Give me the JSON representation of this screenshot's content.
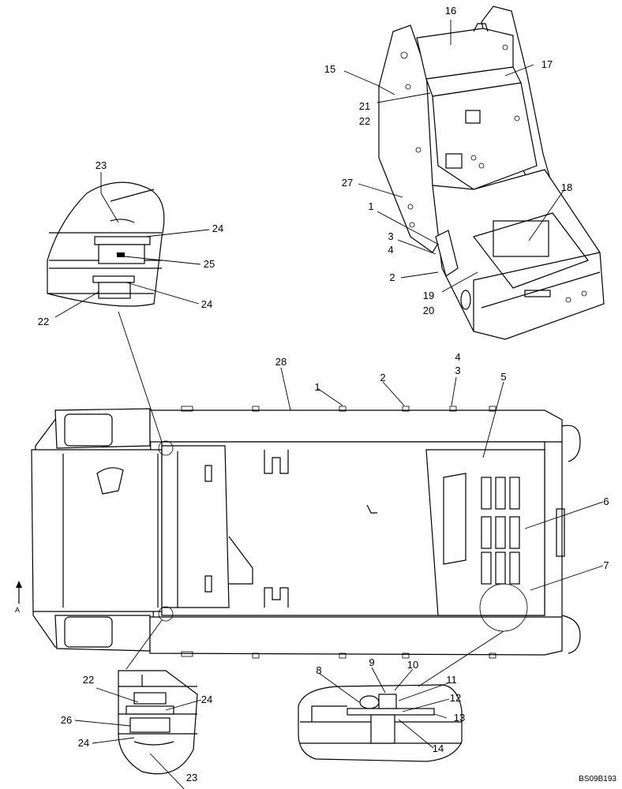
{
  "drawing_ref": "BS09B193",
  "view_marker": "A",
  "callouts": {
    "c1a": "1",
    "c1b": "1",
    "c2a": "2",
    "c2b": "2",
    "c3a": "3",
    "c3b": "3",
    "c4a": "4",
    "c4b": "4",
    "c5": "5",
    "c6": "6",
    "c7": "7",
    "c8": "8",
    "c9": "9",
    "c10": "10",
    "c11": "11",
    "c12": "12",
    "c13": "13",
    "c14": "14",
    "c15": "15",
    "c16": "16",
    "c17": "17",
    "c18": "18",
    "c19": "19",
    "c20": "20",
    "c21": "21",
    "c22a": "22",
    "c22b": "22",
    "c22c": "22",
    "c23a": "23",
    "c23b": "23",
    "c24a": "24",
    "c24b": "24",
    "c24c": "24",
    "c24d": "24",
    "c25": "25",
    "c26": "26",
    "c27": "27",
    "c28": "28"
  }
}
